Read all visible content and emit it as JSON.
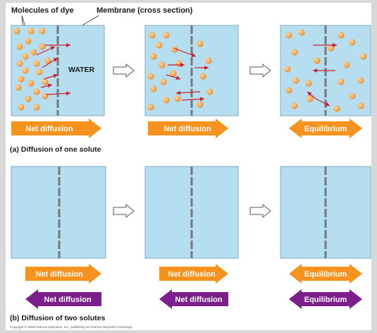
{
  "labels": {
    "dye": "Molecules of dye",
    "membrane": "Membrane (cross section)",
    "water": "WATER",
    "part_a": "(a) Diffusion of one solute",
    "part_b": "(b) Diffusion of two solutes",
    "copyright": "Copyright © 2008 Pearson Education, Inc., publishing as Pearson Benjamin Cummings."
  },
  "arrows": {
    "net_diffusion": "Net diffusion",
    "equilibrium": "Equilibrium"
  },
  "colors": {
    "background": "#d8d8d8",
    "water": "#b5dff1",
    "membrane": "#777777",
    "orange_molecule": "#f0a349",
    "purple_molecule": "#8b3aa8",
    "orange_arrow": "#f6921e",
    "purple_arrow": "#7c1f8c",
    "red_arrow": "#cc1f2e"
  }
}
